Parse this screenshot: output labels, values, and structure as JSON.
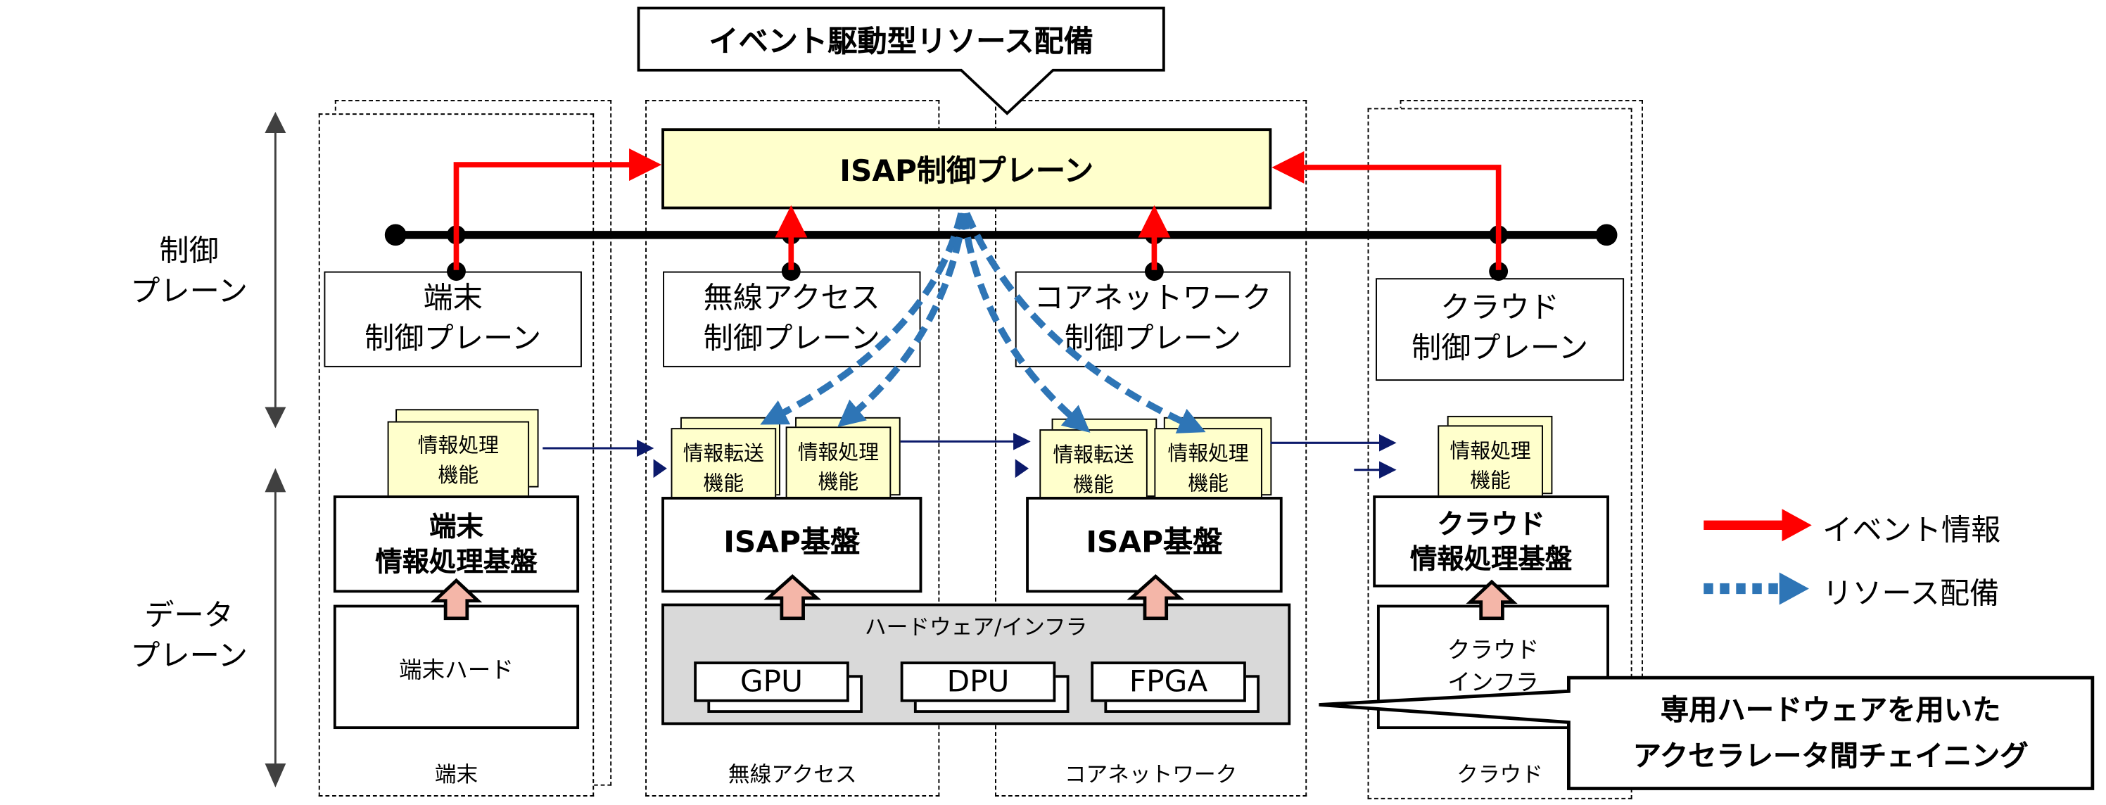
{
  "title_callout": "イベント駆動型リソース配備",
  "control_plane_main": "ISAP制御プレーン",
  "axis_labels": {
    "control": [
      "制御",
      "プレーン"
    ],
    "data": [
      "データ",
      "プレーン"
    ]
  },
  "columns": [
    {
      "name": "端末",
      "control_plane": [
        "端末",
        "制御プレーン"
      ],
      "functions": [
        [
          "情報処理",
          "機能"
        ]
      ],
      "platform": [
        "端末",
        "情報処理基盤"
      ],
      "hardware": [
        "端末ハード"
      ]
    },
    {
      "name": "無線アクセス",
      "control_plane": [
        "無線アクセス",
        "制御プレーン"
      ],
      "functions": [
        [
          "情報転送",
          "機能"
        ],
        [
          "情報処理",
          "機能"
        ]
      ],
      "platform": [
        "ISAP基盤"
      ]
    },
    {
      "name": "コアネットワーク",
      "control_plane": [
        "コアネットワーク",
        "制御プレーン"
      ],
      "functions": [
        [
          "情報転送",
          "機能"
        ],
        [
          "情報処理",
          "機能"
        ]
      ],
      "platform": [
        "ISAP基盤"
      ]
    },
    {
      "name": "クラウド",
      "control_plane": [
        "クラウド",
        "制御プレーン"
      ],
      "functions": [
        [
          "情報処理",
          "機能"
        ]
      ],
      "platform": [
        "クラウド",
        "情報処理基盤"
      ],
      "hardware": [
        "クラウド",
        "インフラ"
      ]
    }
  ],
  "shared_hardware": {
    "label": "ハードウェア/インフラ",
    "accelerators": [
      "GPU",
      "DPU",
      "FPGA"
    ]
  },
  "accelerator_callout": [
    "専用ハードウェアを用いた",
    "アクセラレータ間チェイニング"
  ],
  "legend": [
    {
      "label": "イベント情報",
      "style": "solid-red-arrow",
      "color": "#ff0000"
    },
    {
      "label": "リソース配備",
      "style": "dashed-blue-arrow",
      "color": "#2e75b6"
    }
  ],
  "colors": {
    "event": "#ff0000",
    "resource": "#2e75b6",
    "data_flow": "#0c1a6b",
    "function_fill": "#ffffcc",
    "hardware_fill": "#d9d9d9",
    "up_arrow_fill": "#f4b6a8"
  }
}
